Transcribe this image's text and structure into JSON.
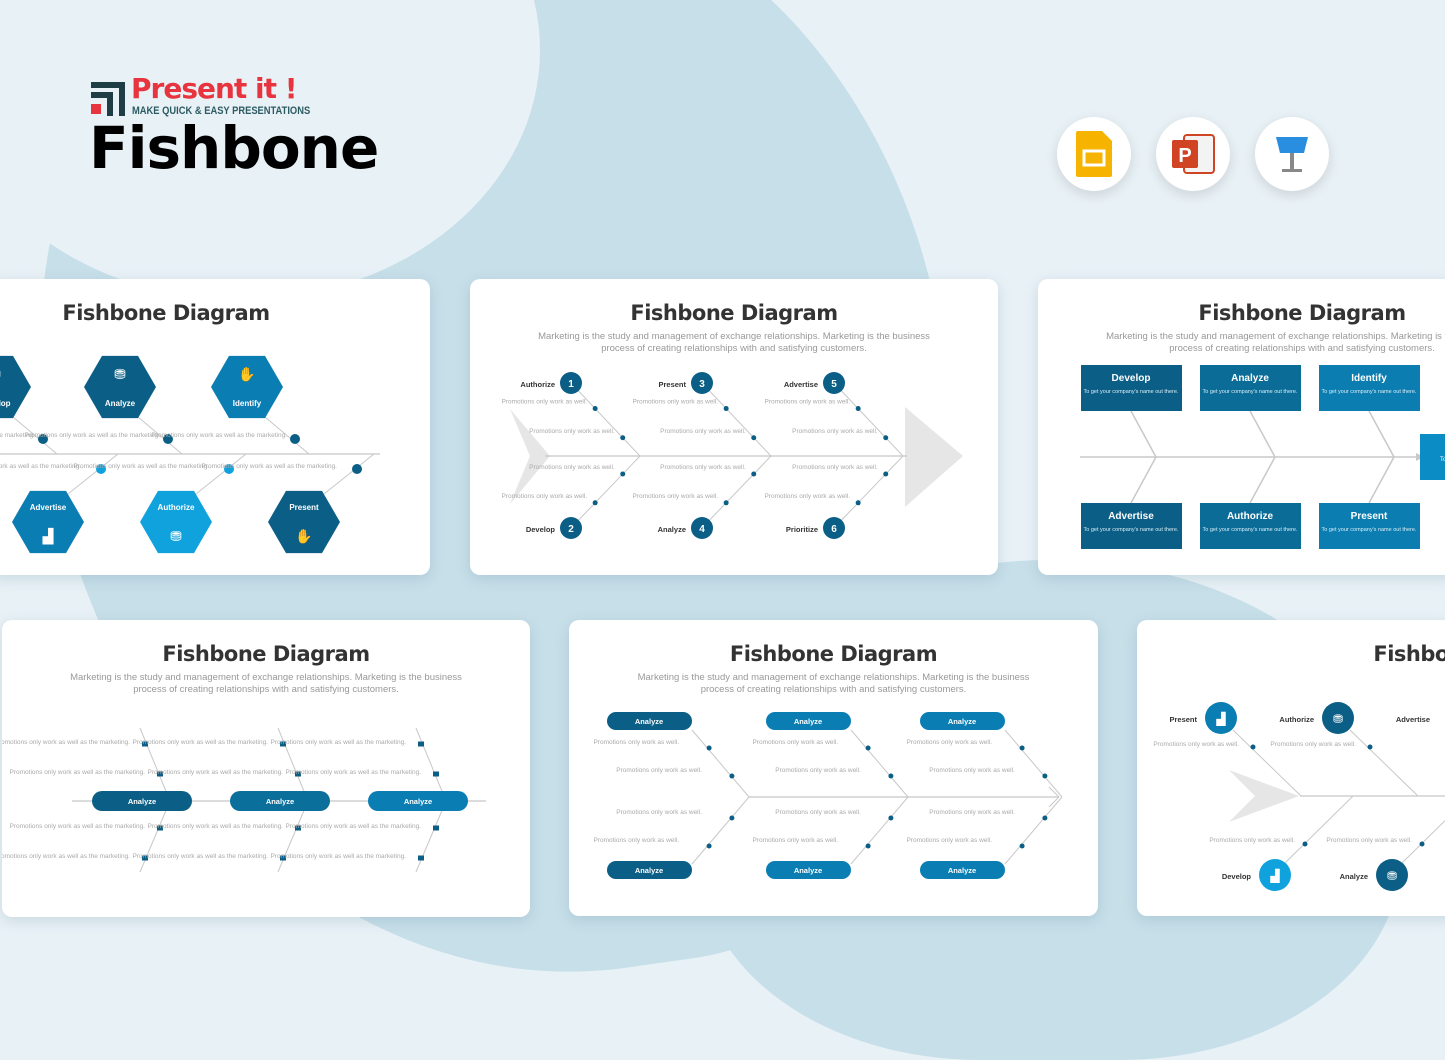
{
  "brand": {
    "name": "Present it !",
    "tagline": "MAKE QUICK & EASY PRESENTATIONS",
    "logo_colors": {
      "red": "#e8343f",
      "dark": "#1f3d44"
    }
  },
  "hero_title": "Fishbone",
  "apps": [
    {
      "icon": "google-slides-icon",
      "color": "#f6b400"
    },
    {
      "icon": "powerpoint-icon",
      "color": "#d04423"
    },
    {
      "icon": "keynote-icon",
      "color": "#2a8ee0"
    }
  ],
  "colors": {
    "dark": "#0b5e86",
    "mid": "#0a7db3",
    "light": "#10a2dc",
    "line": "#c8c8c8",
    "text": "#333333"
  },
  "slides": [
    {
      "title": "Fishbone Diagram",
      "top": [
        "Develop",
        "Analyze",
        "Identify"
      ],
      "bottom": [
        "Advertise",
        "Authorize",
        "Present"
      ],
      "note": "Promotions only work as well as the marketing."
    },
    {
      "title": "Fishbone Diagram",
      "subtitle": [
        "Marketing is the study and management of exchange relationships. Marketing is the business",
        "process of creating relationships with and satisfying customers."
      ],
      "top": [
        {
          "label": "Authorize",
          "num": "1"
        },
        {
          "label": "Present",
          "num": "3"
        },
        {
          "label": "Advertise",
          "num": "5"
        }
      ],
      "bottom": [
        {
          "label": "Develop",
          "num": "2"
        },
        {
          "label": "Analyze",
          "num": "4"
        },
        {
          "label": "Prioritize",
          "num": "6"
        }
      ],
      "note": "Promotions only work as well."
    },
    {
      "title": "Fishbone Diagram",
      "subtitle": [
        "Marketing is the study and management of exchange relationships. Marketing is the business",
        "process of creating relationships with and satisfying customers."
      ],
      "top": [
        "Develop",
        "Analyze",
        "Identify"
      ],
      "bottom": [
        "Advertise",
        "Authorize",
        "Present"
      ],
      "box_text": "To get your company's name out there.",
      "right_box_text": "To"
    },
    {
      "title": "Fishbone Diagram",
      "subtitle": [
        "Marketing is the study and management of exchange relationships. Marketing is the business",
        "process of creating relationships with and satisfying customers."
      ],
      "pills": [
        "Analyze",
        "Analyze",
        "Analyze"
      ],
      "note": "Promotions only work as well as the marketing."
    },
    {
      "title": "Fishbone Diagram",
      "subtitle": [
        "Marketing is the study and management of exchange relationships. Marketing is the business",
        "process of creating relationships with and satisfying customers."
      ],
      "top": [
        "Analyze",
        "Analyze",
        "Analyze"
      ],
      "bottom": [
        "Analyze",
        "Analyze",
        "Analyze"
      ],
      "note": "Promotions only work as well."
    },
    {
      "title": "Fishbone Diagram",
      "top": [
        "Present",
        "Authorize",
        "Advertise"
      ],
      "bottom": [
        "Develop",
        "Analyze"
      ],
      "note": "Promotions only work as well.",
      "cut_note": "Pro"
    }
  ]
}
